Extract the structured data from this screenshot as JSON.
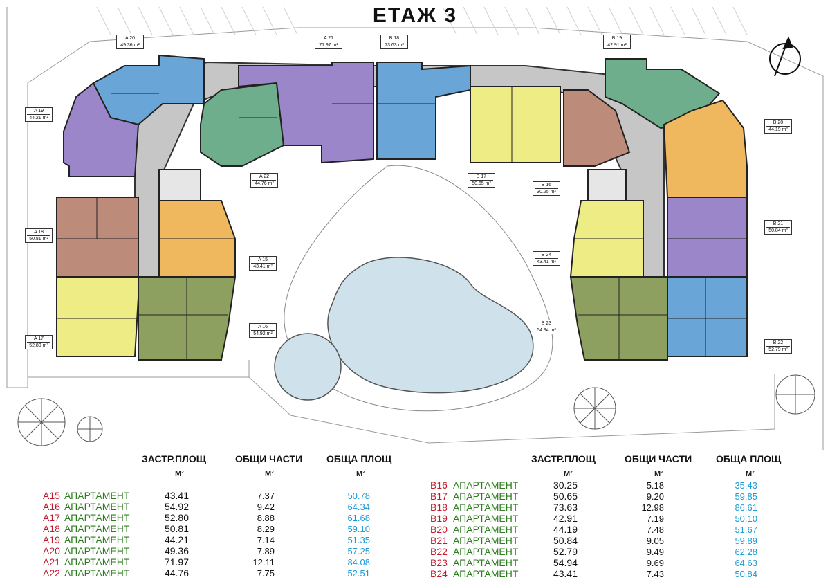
{
  "title": "ЕТАЖ 3",
  "apartment_tags": [
    {
      "name": "A 20",
      "area": "49.36 m²"
    },
    {
      "name": "A 21",
      "area": "71.97 m²"
    },
    {
      "name": "B 18",
      "area": "73.63 m²"
    },
    {
      "name": "B 19",
      "area": "42.91 m²"
    },
    {
      "name": "A 19",
      "area": "44.21 m²"
    },
    {
      "name": "B 20",
      "area": "44.19 m²"
    },
    {
      "name": "A 22",
      "area": "44.76 m²"
    },
    {
      "name": "B 17",
      "area": "50.65 m²"
    },
    {
      "name": "B 16",
      "area": "30.25 m²"
    },
    {
      "name": "A 18",
      "area": "50.81 m²"
    },
    {
      "name": "B 21",
      "area": "50.84 m²"
    },
    {
      "name": "A 15",
      "area": "43.41 m²"
    },
    {
      "name": "B 24",
      "area": "43.41 m²"
    },
    {
      "name": "A 16",
      "area": "54.92 m²"
    },
    {
      "name": "B 23",
      "area": "54.94 m²"
    },
    {
      "name": "A 17",
      "area": "52.80 m²"
    },
    {
      "name": "B 22",
      "area": "52.79 m²"
    }
  ],
  "colors": {
    "blue": "#6aa5d8",
    "purple": "#9b86c9",
    "green": "#6fae8c",
    "yellow": "#eeec84",
    "orange": "#f0b85e",
    "brown": "#bd8b79",
    "olive": "#8da05f",
    "grey": "#c6c6c6",
    "pool": "#cfe2ec",
    "code_red": "#c21a2c",
    "kind_green": "#2e7d1f",
    "total_blue": "#1a9bd7"
  },
  "table_headers": {
    "built_area": "ЗАСТР.ПЛОЩ",
    "common_parts": "ОБЩИ ЧАСТИ",
    "total_area": "ОБЩА ПЛОЩ",
    "unit": "М²"
  },
  "table_left": [
    {
      "code": "A15",
      "kind": "АПАРТАМЕНТ",
      "built": "43.41",
      "common": "7.37",
      "total": "50.78"
    },
    {
      "code": "A16",
      "kind": "АПАРТАМЕНТ",
      "built": "54.92",
      "common": "9.42",
      "total": "64.34"
    },
    {
      "code": "A17",
      "kind": "АПАРТАМЕНТ",
      "built": "52.80",
      "common": "8.88",
      "total": "61.68"
    },
    {
      "code": "A18",
      "kind": "АПАРТАМЕНТ",
      "built": "50.81",
      "common": "8.29",
      "total": "59.10"
    },
    {
      "code": "A19",
      "kind": "АПАРТАМЕНТ",
      "built": "44.21",
      "common": "7.14",
      "total": "51.35"
    },
    {
      "code": "A20",
      "kind": "АПАРТАМЕНТ",
      "built": "49.36",
      "common": "7.89",
      "total": "57.25"
    },
    {
      "code": "A21",
      "kind": "АПАРТАМЕНТ",
      "built": "71.97",
      "common": "12.11",
      "total": "84.08"
    },
    {
      "code": "A22",
      "kind": "АПАРТАМЕНТ",
      "built": "44.76",
      "common": "7.75",
      "total": "52.51"
    }
  ],
  "table_right": [
    {
      "code": "B16",
      "kind": "АПАРТАМЕНТ",
      "built": "30.25",
      "common": "5.18",
      "total": "35.43"
    },
    {
      "code": "B17",
      "kind": "АПАРТАМЕНТ",
      "built": "50.65",
      "common": "9.20",
      "total": "59.85"
    },
    {
      "code": "B18",
      "kind": "АПАРТАМЕНТ",
      "built": "73.63",
      "common": "12.98",
      "total": "86.61"
    },
    {
      "code": "B19",
      "kind": "АПАРТАМЕНТ",
      "built": "42.91",
      "common": "7.19",
      "total": "50.10"
    },
    {
      "code": "B20",
      "kind": "АПАРТАМЕНТ",
      "built": "44.19",
      "common": "7.48",
      "total": "51.67"
    },
    {
      "code": "B21",
      "kind": "АПАРТАМЕНТ",
      "built": "50.84",
      "common": "9.05",
      "total": "59.89"
    },
    {
      "code": "B22",
      "kind": "АПАРТАМЕНТ",
      "built": "52.79",
      "common": "9.49",
      "total": "62.28"
    },
    {
      "code": "B23",
      "kind": "АПАРТАМЕНТ",
      "built": "54.94",
      "common": "9.69",
      "total": "64.63"
    },
    {
      "code": "B24",
      "kind": "АПАРТАМЕНТ",
      "built": "43.41",
      "common": "7.43",
      "total": "50.84"
    }
  ]
}
